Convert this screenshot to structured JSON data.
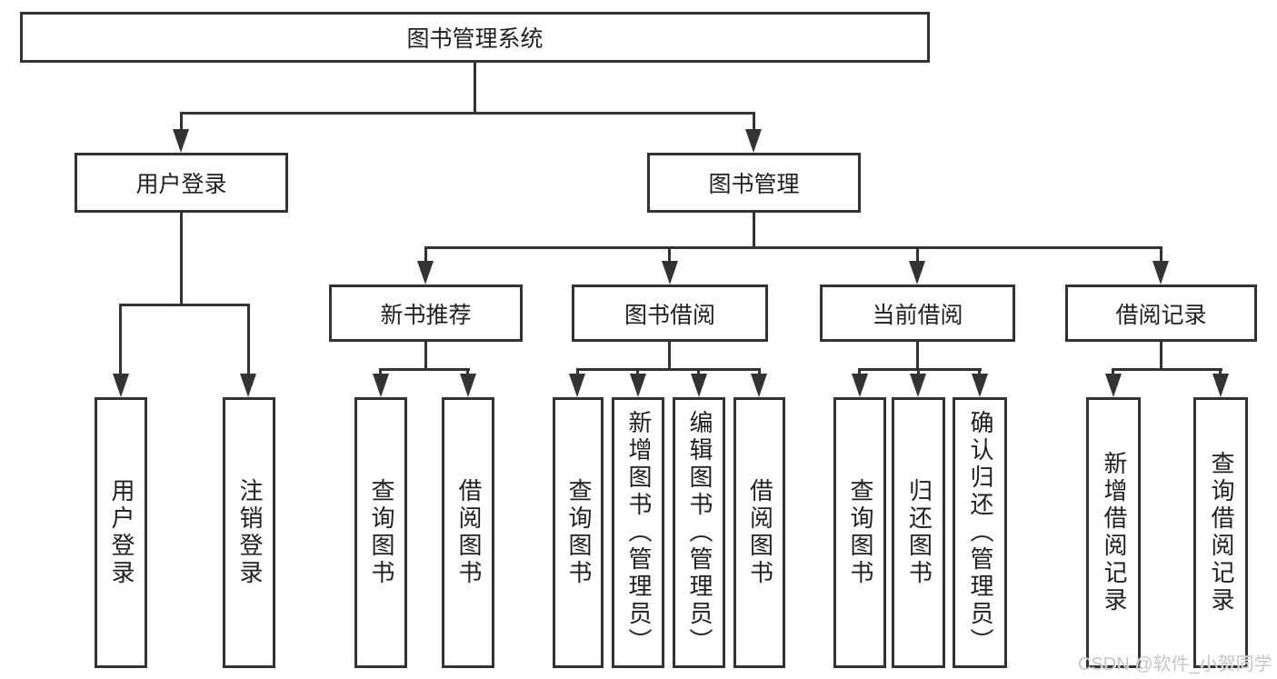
{
  "diagram_title": "图书管理系统",
  "nodes": {
    "root": "图书管理系统",
    "user_login": "用户登录",
    "book_mgmt": "图书管理",
    "new_book_rec": "新书推荐",
    "book_borrow": "图书借阅",
    "current_borrow": "当前借阅",
    "borrow_record": "借阅记录",
    "ul_login": "用户登录",
    "ul_logout": "注销登录",
    "nb_query_book": "查询图书",
    "nb_borrow_book": "借阅图书",
    "bb_query_book": "查询图书",
    "bb_add_book": "新增图书（管理员）",
    "bb_edit_book": "编辑图书（管理员）",
    "bb_borrow_book": "借阅图书",
    "cb_query_book": "查询图书",
    "cb_return_book": "归还图书",
    "cb_confirm_return": "确认归还（管理员）",
    "br_add_record": "新增借阅记录",
    "br_query_record": "查询借阅记录"
  },
  "hierarchy": {
    "图书管理系统": {
      "用户登录": [
        "用户登录",
        "注销登录"
      ],
      "图书管理": {
        "新书推荐": [
          "查询图书",
          "借阅图书"
        ],
        "图书借阅": [
          "查询图书",
          "新增图书（管理员）",
          "编辑图书（管理员）",
          "借阅图书"
        ],
        "当前借阅": [
          "查询图书",
          "归还图书",
          "确认归还（管理员）"
        ],
        "借阅记录": [
          "新增借阅记录",
          "查询借阅记录"
        ]
      }
    }
  },
  "watermark": {
    "text": "CSDN @软件_小贺同学"
  },
  "colors": {
    "line": "#333333",
    "text": "#1f1f1f",
    "background": "#ffffff",
    "watermark": "#c6c6ca"
  }
}
